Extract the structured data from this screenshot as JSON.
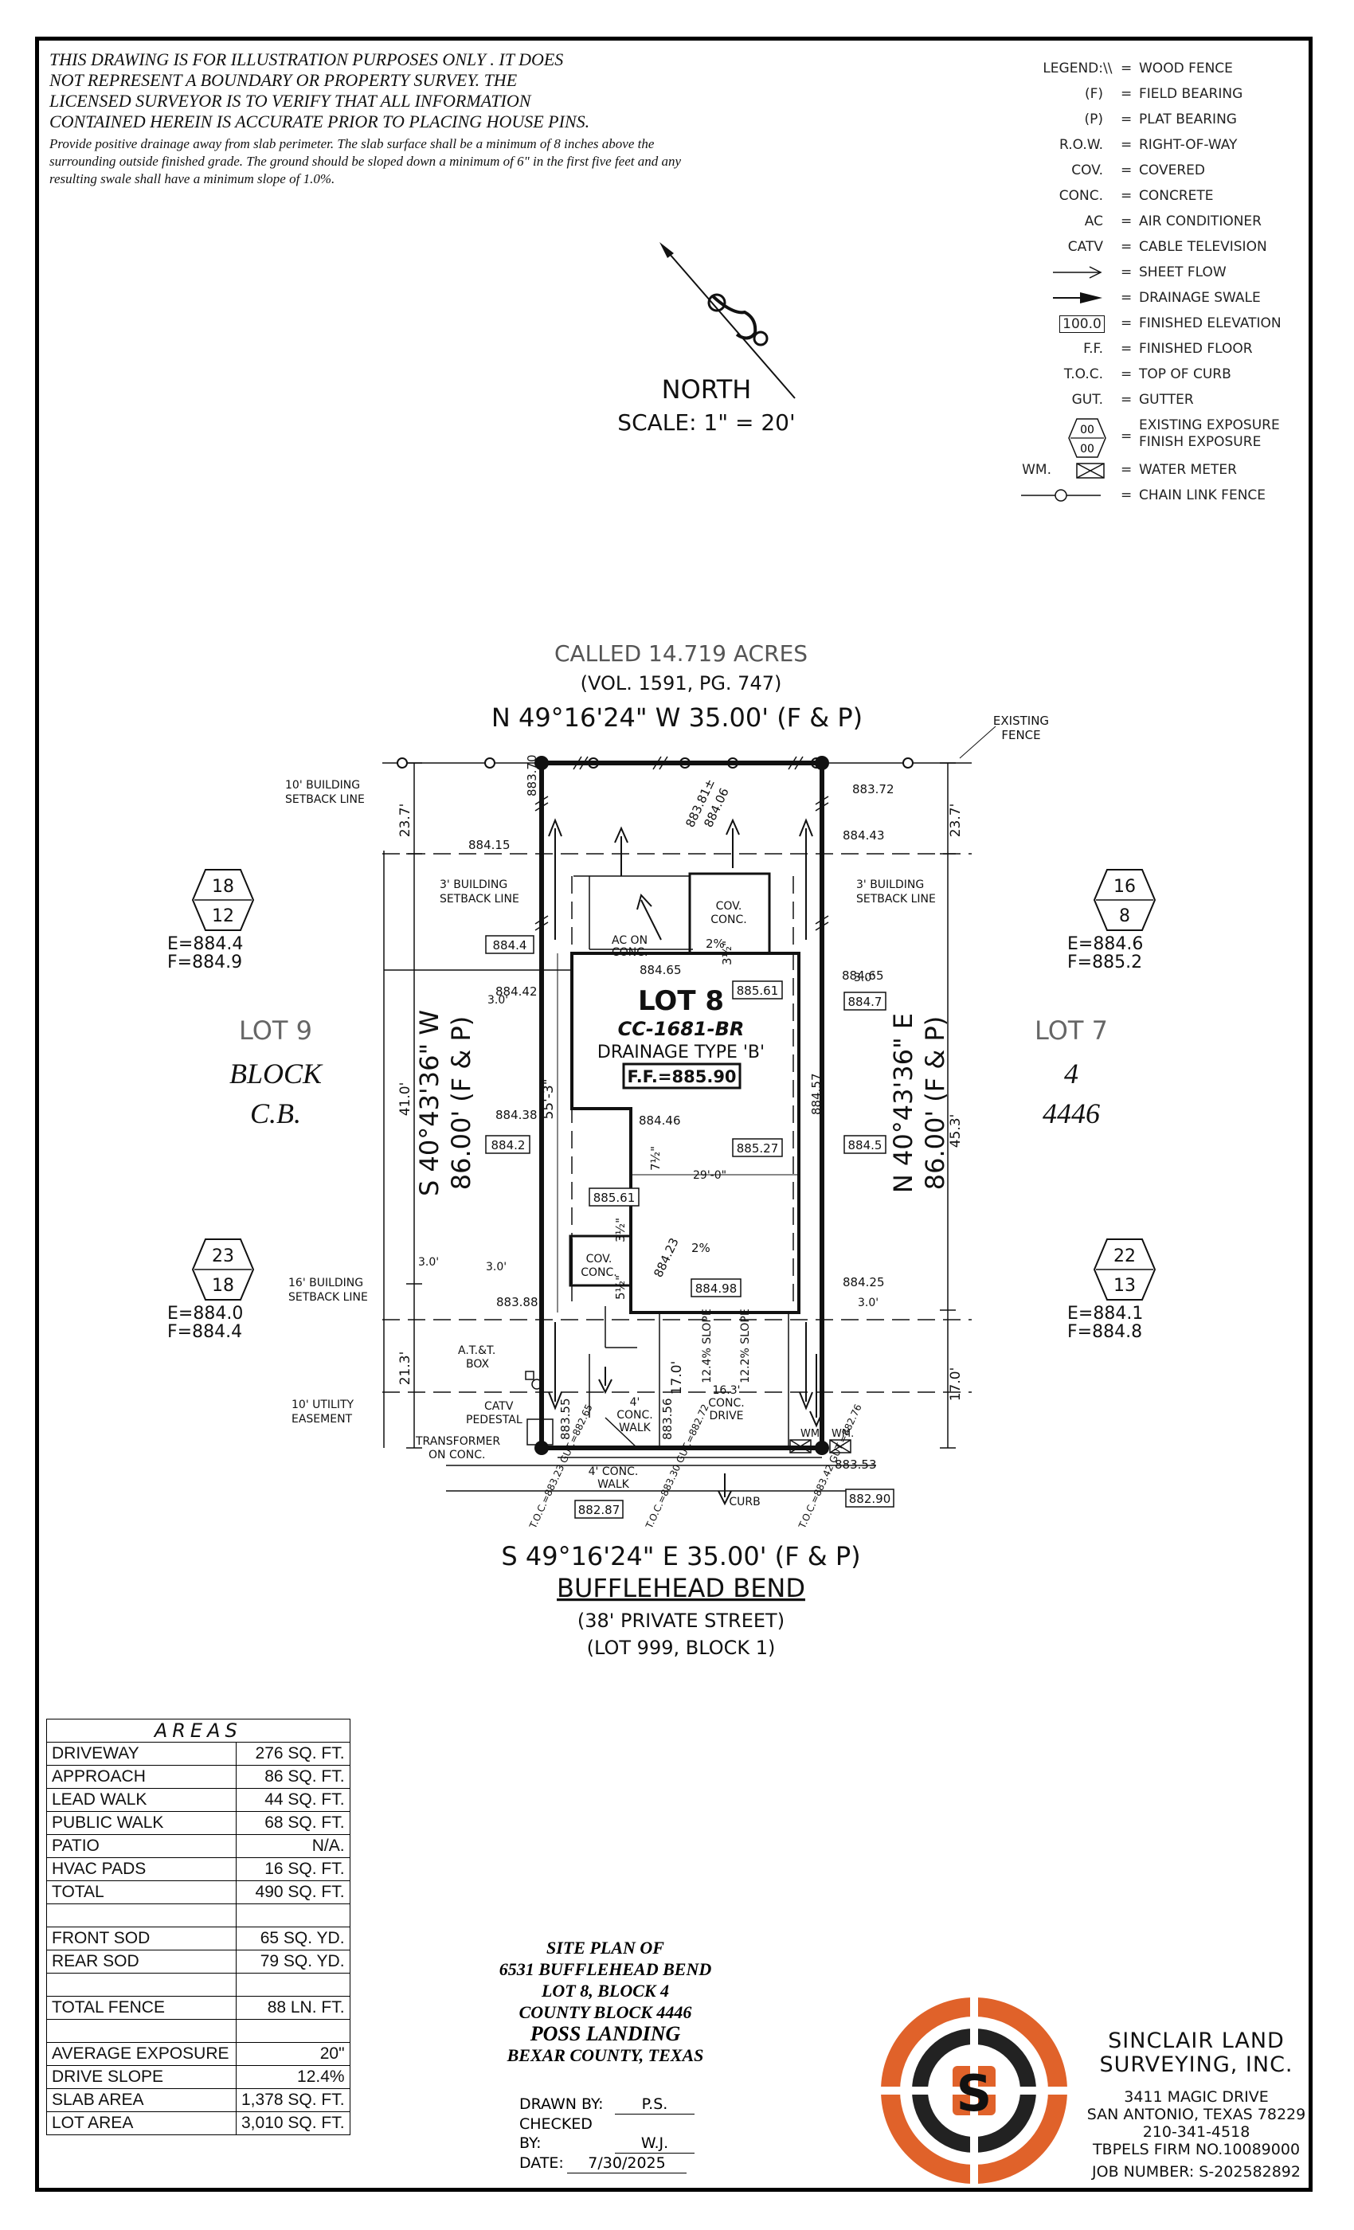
{
  "disclaimer": {
    "caps_lines": [
      "THIS DRAWING IS FOR ILLUSTRATION PURPOSES ONLY . IT DOES",
      "NOT REPRESENT A BOUNDARY OR PROPERTY SURVEY. THE",
      "LICENSED SURVEYOR IS TO VERIFY THAT ALL INFORMATION",
      "CONTAINED HEREIN IS ACCURATE PRIOR TO PLACING HOUSE PINS."
    ],
    "drainage_note": "Provide positive drainage away from slab perimeter. The slab surface shall be a minimum of 8 inches above the surrounding outside finished grade. The ground should be sloped down a minimum of 6\" in the first five feet and any resulting swale shall have a minimum slope of 1.0%."
  },
  "legend": {
    "title": "LEGEND:",
    "items": [
      {
        "symbol": "\\\\",
        "desc": "WOOD FENCE"
      },
      {
        "symbol": "(F)",
        "desc": "FIELD BEARING"
      },
      {
        "symbol": "(P)",
        "desc": "PLAT BEARING"
      },
      {
        "symbol": "R.O.W.",
        "desc": "RIGHT-OF-WAY"
      },
      {
        "symbol": "COV.",
        "desc": "COVERED"
      },
      {
        "symbol": "CONC.",
        "desc": "CONCRETE"
      },
      {
        "symbol": "AC",
        "desc": "AIR CONDITIONER"
      },
      {
        "symbol": "CATV",
        "desc": "CABLE TELEVISION"
      },
      {
        "symbol": "",
        "desc": "SHEET FLOW"
      },
      {
        "symbol": "",
        "desc": "DRAINAGE SWALE"
      },
      {
        "symbol": "100.0",
        "desc": "FINISHED ELEVATION"
      },
      {
        "symbol": "F.F.",
        "desc": "FINISHED FLOOR"
      },
      {
        "symbol": "T.O.C.",
        "desc": "TOP OF CURB"
      },
      {
        "symbol": "GUT.",
        "desc": "GUTTER"
      },
      {
        "symbol": "00 / 00",
        "desc": "EXISTING EXPOSURE FINISH EXPOSURE"
      },
      {
        "symbol": "WM.",
        "desc": "WATER METER"
      },
      {
        "symbol": "",
        "desc": "CHAIN LINK FENCE"
      }
    ]
  },
  "north": {
    "label": "NORTH",
    "scale": "SCALE: 1\" = 20'"
  },
  "plan": {
    "called_acres": "CALLED 14.719 ACRES",
    "vol": "(VOL. 1591, PG. 747)",
    "top_bearing": "N 49°16'24\" W 35.00' (F & P)",
    "bottom_bearing": "S 49°16'24\" E 35.00' (F & P)",
    "left_bearing": "S 40°43'36\" W",
    "left_dist": "86.00' (F & P)",
    "right_bearing": "N 40°43'36\" E",
    "right_dist": "86.00' (F & P)",
    "street": "BUFFLEHEAD BEND",
    "street_width": "(38' PRIVATE STREET)",
    "street_lot": "(LOT 999, BLOCK 1)",
    "existing_fence": "EXISTING FENCE",
    "lot_title": "LOT 8",
    "plan_name": "CC-1681-BR",
    "drainage_type": "DRAINAGE TYPE 'B'",
    "ff": "F.F.=885.90",
    "lot9": "LOT 9",
    "block_cb": "BLOCK",
    "cb": "C.B.",
    "lot7": "LOT 7",
    "lot7_block": "4",
    "lot7_cb": "4446",
    "setback_10": "10' BUILDING SETBACK LINE",
    "setback_3_left": "3' BUILDING SETBACK LINE",
    "setback_3_right": "3' BUILDING SETBACK LINE",
    "setback_16": "16' BUILDING SETBACK LINE",
    "utility_easement": "10' UTILITY EASEMENT",
    "att_box": "A.T.&T. BOX",
    "catv": "CATV PEDESTAL",
    "transformer": "TRANSFORMER ON CONC.",
    "ac_on_conc": "AC ON CONC.",
    "cov_conc": "COV. CONC.",
    "conc_walk_4": "4' CONC. WALK",
    "drive": "16.3' CONC. DRIVE",
    "curb": "CURB",
    "wm": "WM.",
    "dim_23_7": "23.7'",
    "dim_41_0": "41.0'",
    "dim_21_3": "21.3'",
    "dim_45_3": "45.3'",
    "dim_17_0": "17.0'",
    "dim_55_3": "55'-3\"",
    "dim_29_0": "29'-0\"",
    "dim_3_0": "3.0'",
    "slope_1": "12.4% SLOPE",
    "slope_2": "12.2% SLOPE",
    "elevations": {
      "e883_70": "883.70",
      "e883_72": "883.72",
      "e883_81": "883.81±",
      "e884_06": "884.06",
      "e884_15": "884.15",
      "e884_43": "884.43",
      "e884_4": "884.4",
      "e884_65a": "884.65",
      "e884_65b": "884.65",
      "e885_61a": "885.61",
      "e884_7": "884.7",
      "e884_42": "884.42",
      "e884_46": "884.46",
      "e884_38": "884.38",
      "e884_57": "884.57",
      "e884_2": "884.2",
      "e885_27": "885.27",
      "e884_5": "884.5",
      "e885_61b": "885.61",
      "e884_23": "884.23",
      "e884_98": "884.98",
      "e884_25": "884.25",
      "e883_88": "883.88",
      "e883_55": "883.55",
      "e883_56": "883.56",
      "e883_53": "883.53",
      "e882_87": "882.87",
      "e882_90": "882.90"
    },
    "toc_left": "T.O.C.=883.23 GUT.=882.65",
    "toc_mid": "T.O.C.=883.30 GUT.=882.72",
    "toc_right": "T.O.C.=883.42 GUT.=882.76",
    "step_7": "7½\"",
    "step_5": "5½\"",
    "step_3a": "3½\"",
    "step_3b": "3½\"",
    "slope_2pct": "2%"
  },
  "hexes": [
    {
      "top": "18",
      "bottom": "12",
      "e": "E=884.4",
      "f": "F=884.9"
    },
    {
      "top": "16",
      "bottom": "8",
      "e": "E=884.6",
      "f": "F=885.2"
    },
    {
      "top": "23",
      "bottom": "18",
      "e": "E=884.0",
      "f": "F=884.4"
    },
    {
      "top": "22",
      "bottom": "13",
      "e": "E=884.1",
      "f": "F=884.8"
    }
  ],
  "areas": {
    "title": "AREAS",
    "rows": [
      {
        "label": "DRIVEWAY",
        "value": "276 SQ. FT."
      },
      {
        "label": "APPROACH",
        "value": "86 SQ. FT."
      },
      {
        "label": "LEAD WALK",
        "value": "44 SQ. FT."
      },
      {
        "label": "PUBLIC WALK",
        "value": "68 SQ. FT."
      },
      {
        "label": "PATIO",
        "value": "N/A."
      },
      {
        "label": "HVAC PADS",
        "value": "16 SQ. FT."
      },
      {
        "label": "TOTAL",
        "value": "490 SQ. FT."
      },
      {
        "label": "",
        "value": ""
      },
      {
        "label": "FRONT SOD",
        "value": "65 SQ. YD."
      },
      {
        "label": "REAR SOD",
        "value": "79 SQ. YD."
      },
      {
        "label": "",
        "value": ""
      },
      {
        "label": "TOTAL FENCE",
        "value": "88 LN. FT."
      },
      {
        "label": "",
        "value": ""
      },
      {
        "label": "AVERAGE EXPOSURE",
        "value": "20\""
      },
      {
        "label": "DRIVE SLOPE",
        "value": "12.4%"
      },
      {
        "label": "SLAB AREA",
        "value": "1,378 SQ. FT."
      },
      {
        "label": "LOT AREA",
        "value": "3,010 SQ. FT."
      }
    ]
  },
  "site_title": {
    "line1": "SITE PLAN OF",
    "line2": "6531 BUFFLEHEAD BEND",
    "line3": "LOT 8, BLOCK 4",
    "line4": "COUNTY BLOCK 4446",
    "line5": "POSS LANDING",
    "line6": "BEXAR COUNTY, TEXAS"
  },
  "drawn": {
    "drawn_label": "DRAWN BY:",
    "drawn_val": "P.S.",
    "checked_label": "CHECKED BY:",
    "checked_val": "W.J.",
    "date_label": "DATE:",
    "date_val": "7/30/2025"
  },
  "company": {
    "name1": "SINCLAIR LAND",
    "name2": "SURVEYING, INC.",
    "address": "3411 MAGIC DRIVE",
    "city": "SAN ANTONIO, TEXAS 78229",
    "phone": "210-341-4518",
    "firm": "TBPELS FIRM NO.10089000",
    "job": "JOB NUMBER:  S-202582892",
    "logo_letter": "S",
    "brand_color": "#e0622a"
  }
}
